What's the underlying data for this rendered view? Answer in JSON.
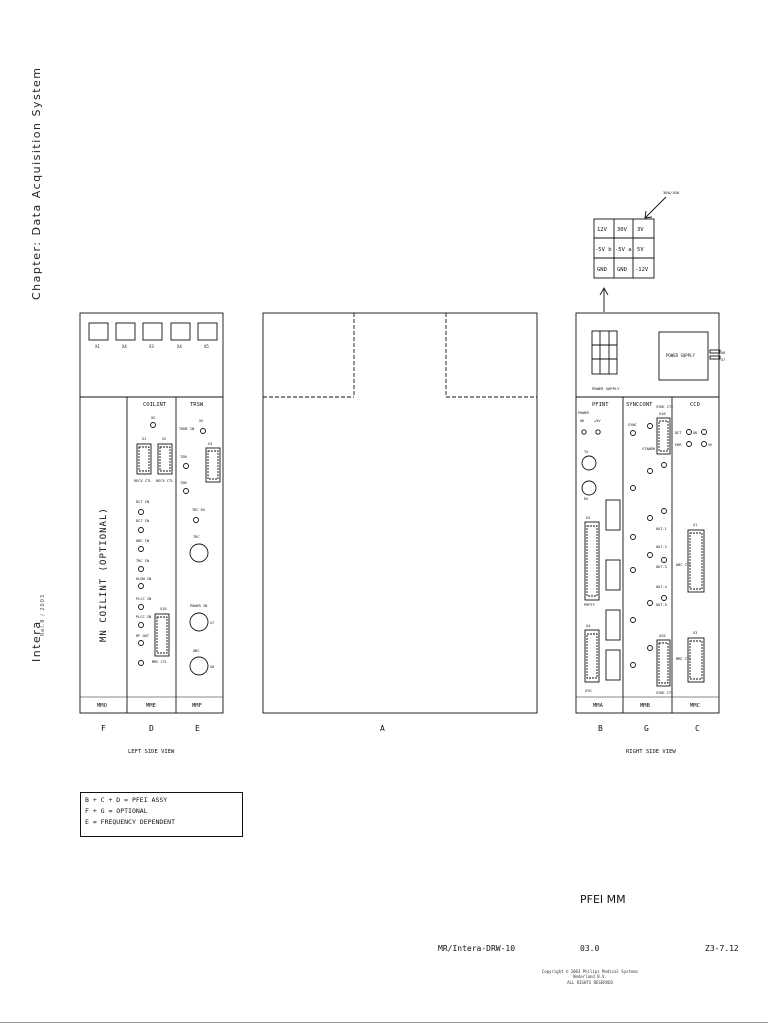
{
  "page": {
    "chapter": "Chapter: Data Acquisition System",
    "product": "Intera",
    "product_sub": "Rel.8 / 2003",
    "title": "PFEI MM",
    "drawing_no": "MR/Intera-DRW-10",
    "revision": "03.0",
    "section": "Z3-7.12",
    "copyright": "Copyright © 2003 Philips Medical Systems Nederland B.V.",
    "rights": "ALL RIGHTS RESERVED"
  },
  "legend": [
    "B + C + D = PFEI ASSY",
    "F + G = OPTIONAL",
    "E = FREQUENCY DEPENDENT"
  ],
  "views": {
    "left": "LEFT SIDE VIEW",
    "right": "RIGHT SIDE VIEW"
  },
  "position_letters": [
    "F",
    "D",
    "E",
    "A",
    "B",
    "G",
    "C"
  ],
  "left_top_slots": [
    "X1",
    "X4",
    "X3",
    "X4",
    "X5"
  ],
  "modules": {
    "mmo": {
      "code": "MMO",
      "vertical": "MN COILINT (OPTIONAL)"
    },
    "mme": {
      "code": "MME",
      "header": "COILINT",
      "labels": [
        "5V",
        "X1",
        "X2",
        "RECV CTL",
        "RECV CTL",
        "DCT IN",
        "DCT IN",
        "OBC IN",
        "TRC IN",
        "HLDN IN",
        "PLCC IN",
        "PLCC IN",
        "RF OUT",
        "X10",
        "MMC CTL"
      ]
    },
    "mmf": {
      "code": "MMF",
      "header": "TRSW",
      "labels": [
        "5V",
        "TUNE IN",
        "TGN",
        "TGN",
        "X3",
        "TRC RX",
        "TRC",
        "POWER IN",
        "OBC",
        "X7",
        "X8"
      ]
    },
    "mma": {
      "code": "MMA",
      "header": "PFINT",
      "labels": [
        "POWER",
        "OK",
        "+5V",
        "TX",
        "RX",
        "X3",
        "X4",
        "PRPTY",
        "GYG"
      ]
    },
    "mmb": {
      "code": "MMB",
      "header": "SYNCCONT",
      "labels": [
        "SYNC CTL",
        "X10",
        "SYNC",
        "STANDR",
        "OUT-1",
        "OUT-2",
        "OUT-3",
        "OUT-4",
        "OUT-5",
        "X20",
        "SYNC CTL"
      ]
    },
    "mmc": {
      "code": "MMC",
      "header": "CCD",
      "labels": [
        "DCT",
        "OK",
        "ERR",
        "5V",
        "X1",
        "OBC CTL",
        "X3",
        "MMC CTL"
      ]
    }
  },
  "power_supply": {
    "label": "POWER SUPPLY",
    "label_small": "POWER SUPPLY",
    "pin_ref": "300/100",
    "x_refs": [
      "X6",
      "X7"
    ],
    "pin_table": [
      [
        "12V",
        "30V",
        "3V"
      ],
      [
        "-5V b",
        "-5V a",
        "5V"
      ],
      [
        "GND",
        "GND",
        "-12V"
      ]
    ]
  }
}
